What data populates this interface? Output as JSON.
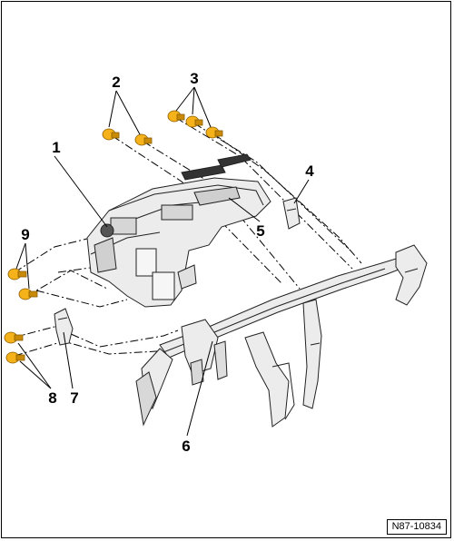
{
  "callouts": {
    "c1": "1",
    "c2": "2",
    "c3": "3",
    "c4": "4",
    "c5": "5",
    "c6": "6",
    "c7": "7",
    "c8": "8",
    "c9": "9"
  },
  "reference_code": "N87-10834",
  "colors": {
    "bolt": "#f5b21a",
    "bolt_shade": "#c98a08",
    "part_fill": "#ececec",
    "part_stroke": "#222222",
    "line": "#000000"
  }
}
